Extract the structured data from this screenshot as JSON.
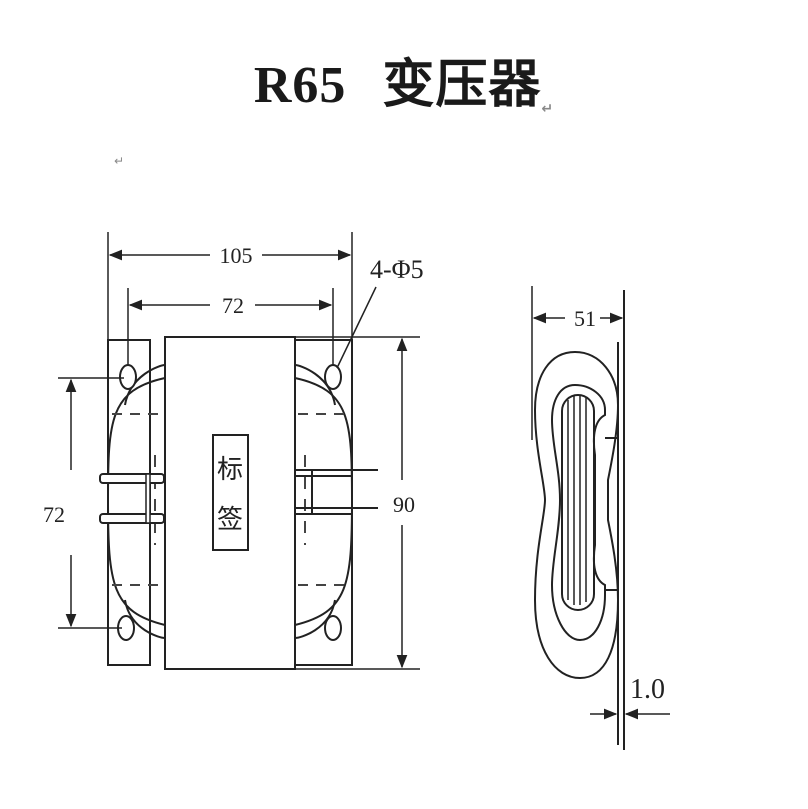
{
  "title": {
    "model": "R65",
    "name": "变压器"
  },
  "paragraph_mark": "↵",
  "dimensions": {
    "overall_width": "105",
    "hole_spacing_width": "72",
    "hole_spacing_height": "72",
    "overall_height": "90",
    "mounting_holes": "4-Φ5",
    "side_depth": "51",
    "bracket_thickness": "1.0"
  },
  "label_plate": {
    "line1": "标",
    "line2": "签"
  },
  "colors": {
    "line": "#222222",
    "dash": "#444444",
    "background": "#ffffff"
  }
}
